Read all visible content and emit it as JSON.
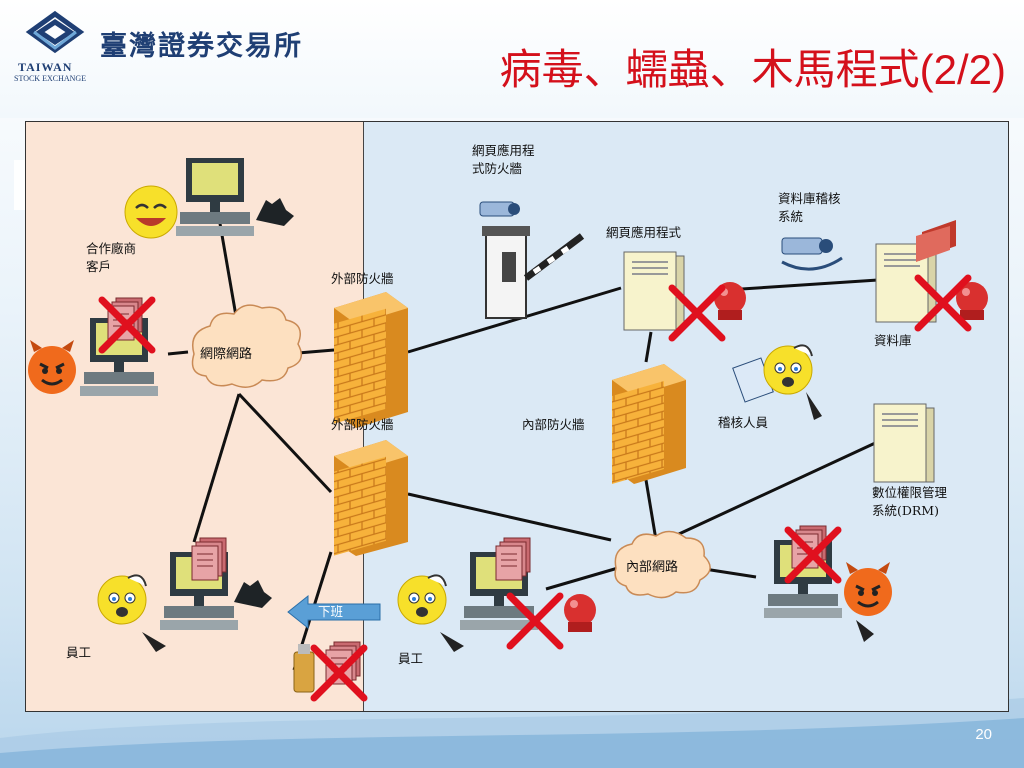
{
  "header": {
    "logo_name": "臺灣證券交易所",
    "logo_en": "TAIWAN",
    "logo_en_sub": "STOCK EXCHANGE",
    "title": "病毒、蠕蟲、木馬程式",
    "title_num": "(2/2)"
  },
  "labels": {
    "partner": "合作廠商",
    "partner2": "客戶",
    "internet": "網際網路",
    "ext_fw1": "外部防火牆",
    "ext_fw2": "外部防火牆",
    "webfw_1": "網頁應用程",
    "webfw_2": "式防火牆",
    "webapp": "網頁應用程式",
    "dbaudit_1": "資料庫稽核",
    "dbaudit_2": "系統",
    "db": "資料庫",
    "auditor": "稽核人員",
    "int_fw": "內部防火牆",
    "drm_1": "數位權限管理",
    "drm_2": "系統(DRM)",
    "intranet": "內部網路",
    "offwork": "下班",
    "emp_left": "員工",
    "emp_mid": "員工"
  },
  "colors": {
    "title_red": "#d4101b",
    "brand_blue": "#1f3f74",
    "zone_left": "#fbe5d6",
    "zone_right": "#dbe9f5",
    "firewall": "#f5a623",
    "cloud": "#fde0c0",
    "cross": "#e0101e"
  },
  "page": {
    "number": "20"
  }
}
